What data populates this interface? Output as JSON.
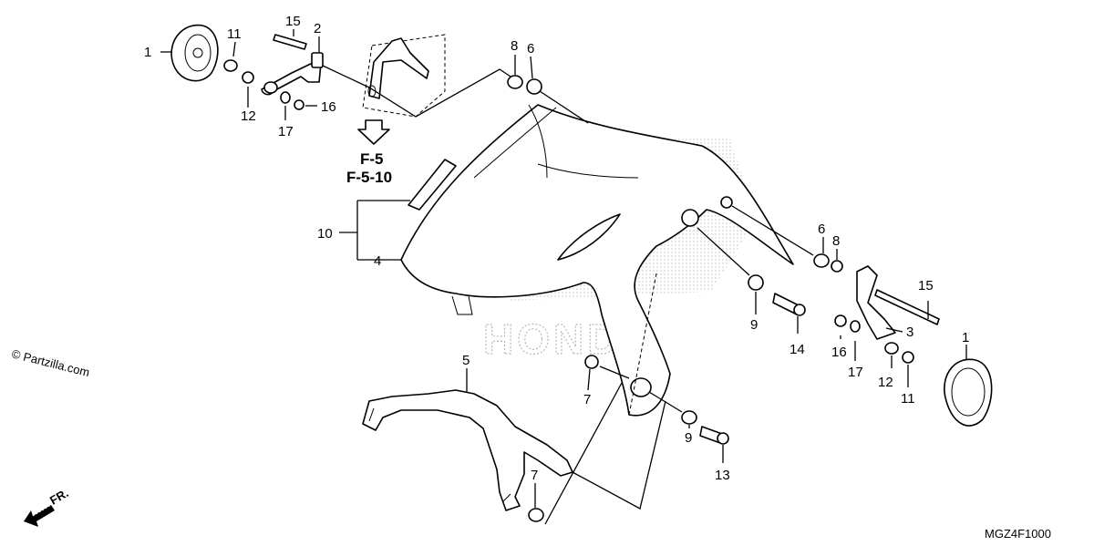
{
  "diagram": {
    "callouts": {
      "c1_left": "1",
      "c11_left": "11",
      "c12_left": "12",
      "c15_left": "15",
      "c2": "2",
      "c16_left": "16",
      "c17_left": "17",
      "c8_top": "8",
      "c6_top": "6",
      "c10": "10",
      "c4": "4",
      "c6_right": "6",
      "c8_right": "8",
      "c15_right": "15",
      "c3": "3",
      "c9_upper": "9",
      "c14": "14",
      "c16_right": "16",
      "c17_right": "17",
      "c12_right": "12",
      "c11_right": "11",
      "c1_right": "1",
      "c5": "5",
      "c7_mid": "7",
      "c7_bottom": "7",
      "c9_lower": "9",
      "c13": "13"
    },
    "reference_lines": [
      "F-5",
      "F-5-10"
    ],
    "copyright": "© Partzilla.com",
    "front_marker": "FR.",
    "diagram_code": "MGZ4F1000",
    "watermark": "HONDA"
  },
  "colors": {
    "line": "#000000",
    "watermark": "#b8b8b8",
    "background": "#ffffff"
  }
}
